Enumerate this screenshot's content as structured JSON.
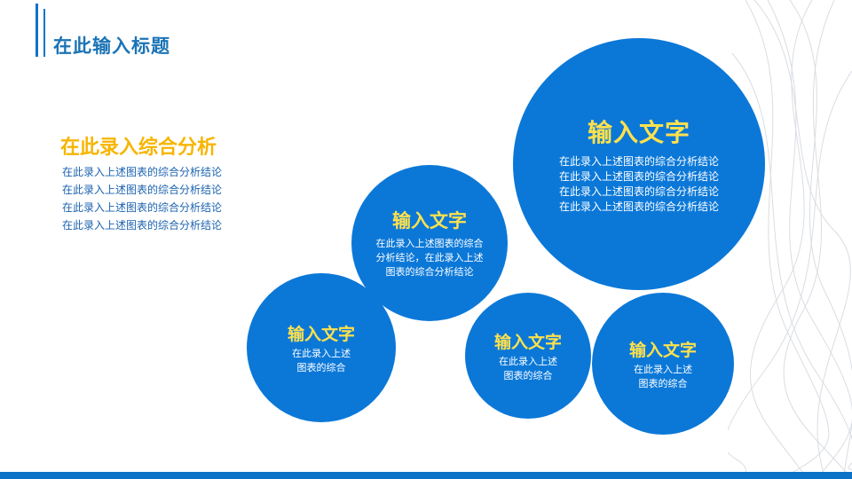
{
  "header": {
    "title": "在此输入标题"
  },
  "analysis": {
    "heading": "在此录入综合分析",
    "lines": [
      "在此录入上述图表的综合分析结论",
      "在此录入上述图表的综合分析结论",
      "在此录入上述图表的综合分析结论",
      "在此录入上述图表的综合分析结论"
    ]
  },
  "circles": {
    "big": {
      "title": "输入文字",
      "body": "在此录入上述图表的综合分析结论\n在此录入上述图表的综合分析结论\n在此录入上述图表的综合分析结论\n在此录入上述图表的综合分析结论"
    },
    "mid": {
      "title": "输入文字",
      "body": "在此录入上述图表的综合\n分析结论，在此录入上述\n图表的综合分析结论"
    },
    "small1": {
      "title": "输入文字",
      "body": "在此录入上述\n图表的综合"
    },
    "small2": {
      "title": "输入文字",
      "body": "在此录入上述\n图表的综合"
    },
    "small3": {
      "title": "输入文字",
      "body": "在此录入上述\n图表的综合"
    }
  },
  "colors": {
    "primary_blue": "#0b78d8",
    "title_blue": "#1b73b6",
    "accent_yellow": "#f7b500",
    "circle_title_yellow": "#ffe14d"
  }
}
